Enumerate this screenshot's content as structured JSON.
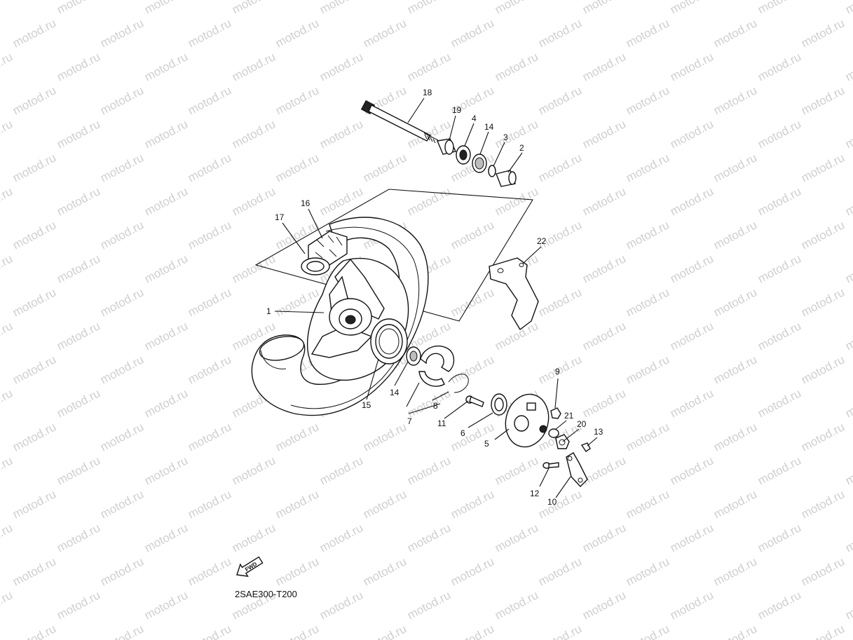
{
  "watermark": "motod.ru",
  "diagram_code": "2SAE300-T200",
  "fwd_label": "FWD",
  "callouts": [
    {
      "id": "c1",
      "label": "1"
    },
    {
      "id": "c2",
      "label": "2"
    },
    {
      "id": "c3",
      "label": "3"
    },
    {
      "id": "c4",
      "label": "4"
    },
    {
      "id": "c5",
      "label": "5"
    },
    {
      "id": "c6",
      "label": "6"
    },
    {
      "id": "c7",
      "label": "7"
    },
    {
      "id": "c8",
      "label": "8"
    },
    {
      "id": "c9",
      "label": "9"
    },
    {
      "id": "c10",
      "label": "10"
    },
    {
      "id": "c11",
      "label": "11"
    },
    {
      "id": "c12",
      "label": "12"
    },
    {
      "id": "c13",
      "label": "13"
    },
    {
      "id": "c14a",
      "label": "14"
    },
    {
      "id": "c14b",
      "label": "14"
    },
    {
      "id": "c15",
      "label": "15"
    },
    {
      "id": "c16",
      "label": "16"
    },
    {
      "id": "c17",
      "label": "17"
    },
    {
      "id": "c18",
      "label": "18"
    },
    {
      "id": "c19",
      "label": "19"
    },
    {
      "id": "c20",
      "label": "20"
    },
    {
      "id": "c21",
      "label": "21"
    },
    {
      "id": "c22",
      "label": "22"
    }
  ]
}
